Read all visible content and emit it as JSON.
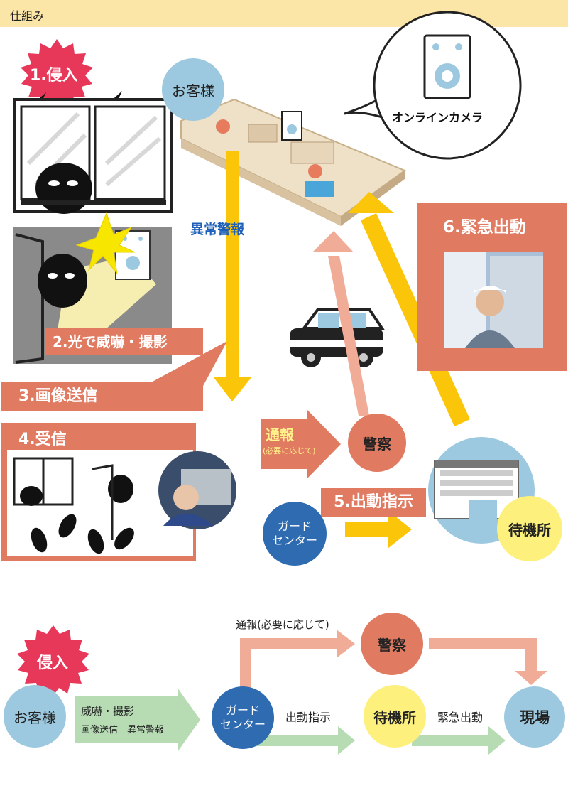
{
  "header": {
    "title": "仕組み"
  },
  "top": {
    "intrusion": "1.侵入",
    "customer": "お客様",
    "camera_label": "オンラインカメラ",
    "alert_label": "異常警報",
    "step2": "2.光で威嚇・撮影",
    "step3": "3.画像送信",
    "step4": "4.受信",
    "step5": "5.出動指示",
    "step6": "6.緊急出動",
    "report": "通報",
    "report_note": "(必要に応じて)",
    "police": "警察",
    "guard_center_line1": "ガード",
    "guard_center_line2": "センター",
    "standby": "待機所"
  },
  "bottom": {
    "intrusion": "侵入",
    "customer": "お客様",
    "arrow_text_line1": "威嚇・撮影",
    "arrow_text_line2": "画像送信　異常警報",
    "guard_center_line1": "ガード",
    "guard_center_line2": "センター",
    "report": "通報(必要に応じて)",
    "police": "警察",
    "dispatch": "出動指示",
    "standby": "待機所",
    "emergency": "緊急出動",
    "site": "現場"
  },
  "colors": {
    "header_bg": "#fbe6a8",
    "salmon": "#e07b62",
    "yellow": "#fbc60a",
    "blue_circle": "#9cc9df",
    "guard_blue": "#2e6bb0",
    "pale_yellow": "#fdf07c",
    "green_arrow": "#b7dcb4",
    "pink_arrow": "#f0ac96"
  }
}
